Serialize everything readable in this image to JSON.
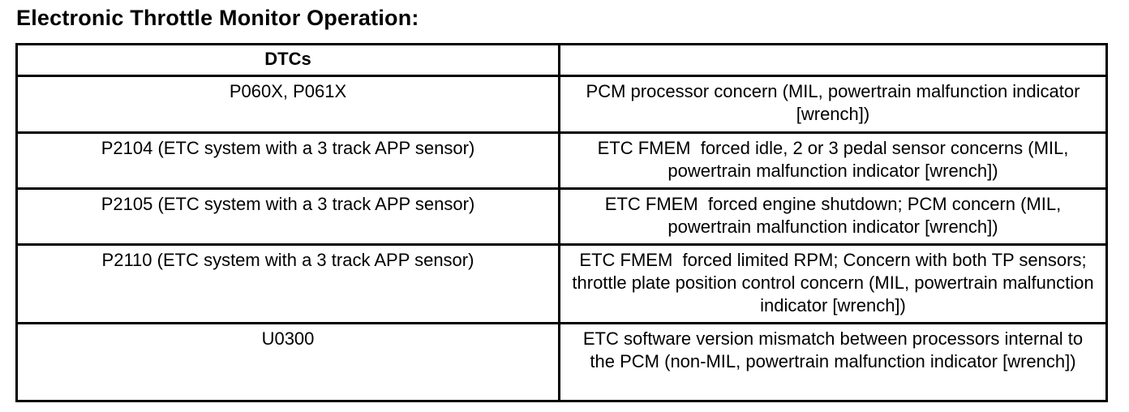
{
  "page": {
    "title": "Electronic Throttle Monitor Operation:"
  },
  "table": {
    "header": {
      "col1": "DTCs",
      "col2": ""
    },
    "rows": [
      {
        "dtc": "P060X, P061X",
        "description": "PCM processor concern (MIL, powertrain malfunction indicator [wrench])"
      },
      {
        "dtc": "P2104 (ETC system with a 3 track APP sensor)",
        "description": "ETC FMEM  forced idle, 2 or 3 pedal sensor concerns (MIL, powertrain malfunction indicator [wrench])"
      },
      {
        "dtc": "P2105 (ETC system with a 3 track APP sensor)",
        "description": "ETC FMEM  forced engine shutdown; PCM concern (MIL, powertrain malfunction indicator [wrench])"
      },
      {
        "dtc": "P2110 (ETC system with a 3 track APP sensor)",
        "description": "ETC FMEM  forced limited RPM; Concern with both TP sensors; throttle plate position control concern (MIL, powertrain malfunction indicator [wrench])"
      },
      {
        "dtc": "U0300",
        "description": "ETC software version mismatch between processors internal to the PCM (non-MIL, powertrain malfunction indicator [wrench])"
      }
    ]
  }
}
